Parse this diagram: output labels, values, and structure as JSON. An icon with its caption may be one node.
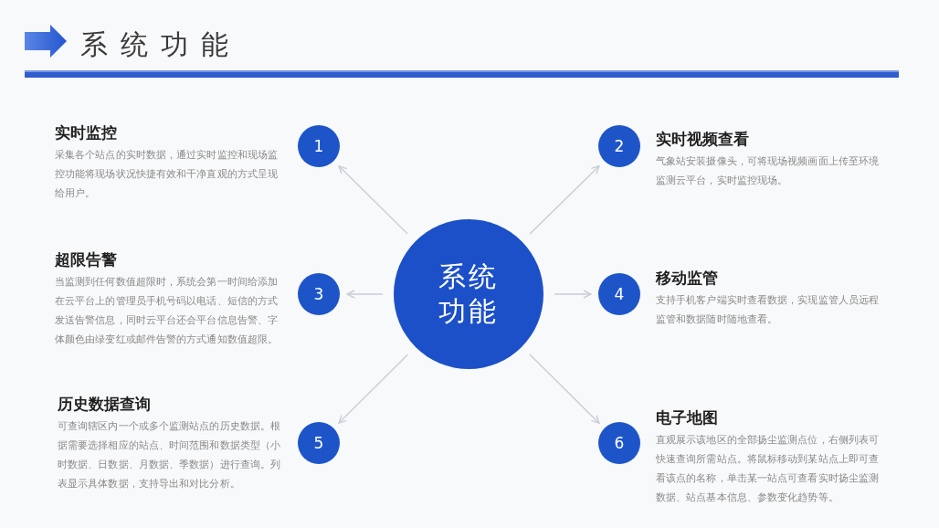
{
  "diagram": {
    "title": "系统功能",
    "nodes": [
      {
        "text": [
          "系统功能"
        ]
      },
      {
        "text": [
          "1"
        ],
        "beside": [
          "实时监控",
          "采集各个站点的实时数据，通过实时监控和现场监控功能将现场状况快捷有效和干净直观的方式呈现给用户。"
        ]
      },
      {
        "text": [
          "2"
        ],
        "beside": [
          "实时视频查看",
          "气象站安装摄像头，可将现场视频画面上传至环境监测云平台，实时监控现场。"
        ]
      },
      {
        "text": [
          "3"
        ],
        "beside": [
          "超限告警",
          "当监测到任何数值超限时，系统会第一时间给添加在云平台上的管理员手机号码以电话、短信的方式发送告警信息，同时云平台还会平台信息告警、字体颜色由绿变红或邮件告警的方式通知数值超限。"
        ]
      },
      {
        "text": [
          "4"
        ],
        "beside": [
          "移动监管",
          "支持手机客户端实时查看数据，实现监管人员远程监管和数据随时随地查看。"
        ]
      },
      {
        "text": [
          "5"
        ],
        "beside": [
          "历史数据查询",
          "可查询辖区内一个或多个监测站点的历史数据。根据需要选择相应的站点、时间范围和数据类型（小时数据、日数据、月数据、季数据）进行查询。列表显示具体数据，支持导出和对比分析。"
        ]
      },
      {
        "text": [
          "6"
        ],
        "beside": [
          "电子地图",
          "直观展示该地区的全部扬尘监测点位，右侧列表可快速查询所需站点。将鼠标移动到某站点上即可查看该点的名称，单击某一站点可查看实时扬尘监测数据、站点基本信息、参数变化趋势等。"
        ]
      }
    ],
    "edges": [
      {
        "from": 0,
        "to": 1,
        "arrow": "to"
      },
      {
        "from": 0,
        "to": 2,
        "arrow": "to"
      },
      {
        "from": 0,
        "to": 3,
        "arrow": "to"
      },
      {
        "from": 0,
        "to": 4,
        "arrow": "to"
      },
      {
        "from": 0,
        "to": 5,
        "arrow": "to"
      },
      {
        "from": 0,
        "to": 6,
        "arrow": "to"
      }
    ]
  }
}
